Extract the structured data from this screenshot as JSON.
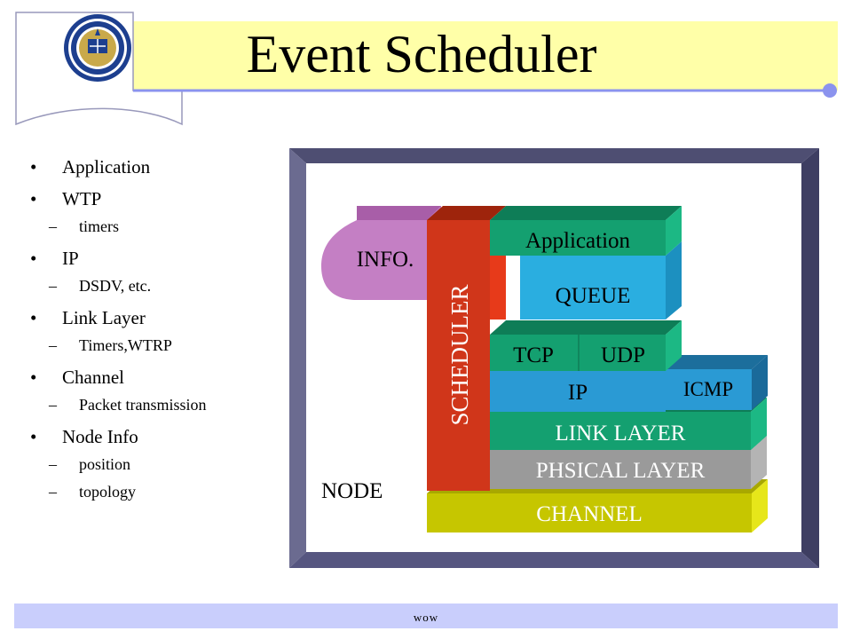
{
  "slide": {
    "title": "Event Scheduler",
    "footer": "wow",
    "accent_title_bg": "#ffffa8",
    "accent_footer_bg": "#c9cefc"
  },
  "bullets": [
    {
      "text": "Application",
      "subs": []
    },
    {
      "text": "WTP",
      "subs": [
        "timers"
      ]
    },
    {
      "text": "IP",
      "subs": [
        "DSDV, etc."
      ]
    },
    {
      "text": "Link Layer",
      "subs": [
        "Timers,WTRP"
      ]
    },
    {
      "text": "Channel",
      "subs": [
        "Packet transmission"
      ]
    },
    {
      "text": "Node Info",
      "subs": [
        "position",
        "topology"
      ]
    }
  ],
  "diagram": {
    "node_label": "NODE",
    "info": "INFO.",
    "scheduler": "SCHEDULER",
    "application": "Application",
    "queue": "QUEUE",
    "tcp": "TCP",
    "udp": "UDP",
    "ip": "IP",
    "icmp": "ICMP",
    "link_layer": "LINK LAYER",
    "physical_layer": "PHSICAL LAYER",
    "channel": "CHANNEL"
  }
}
